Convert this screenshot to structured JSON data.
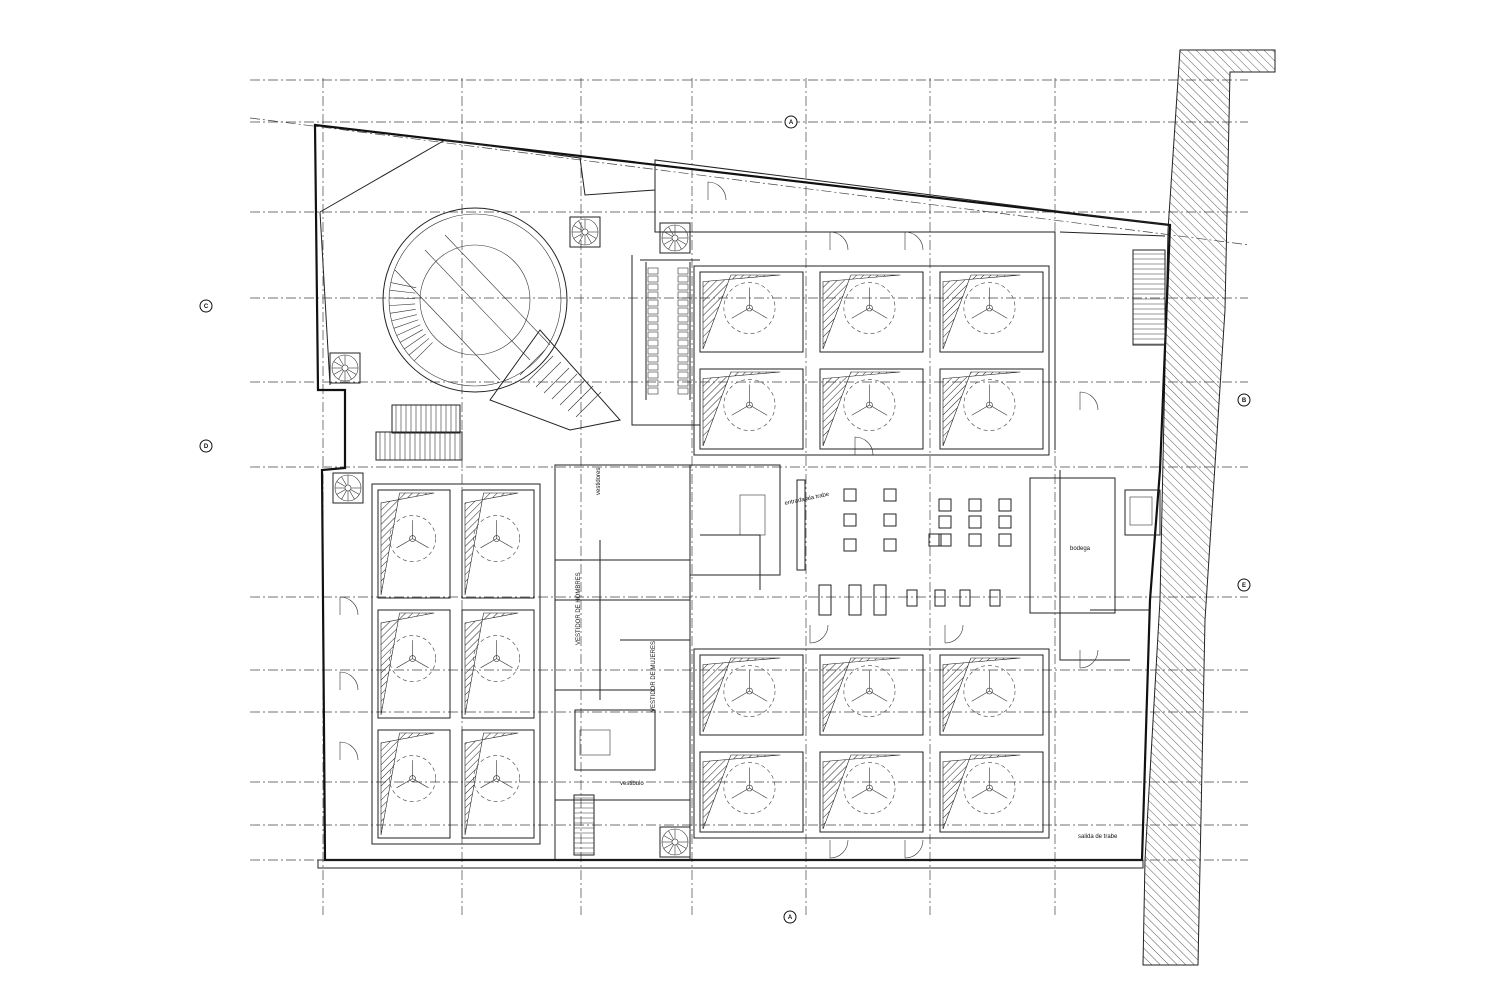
{
  "section_markers": {
    "a_top": "A",
    "a_bottom": "A",
    "c_left": "C",
    "d_left": "D",
    "b_right": "B",
    "e_right": "E"
  },
  "room_labels": {
    "entrance_corridor": "entrada ala trabe",
    "wc_block": "vestidores",
    "changing_room_men": "VESTIDOR DE HOMBRES",
    "changing_room_women": "VESTIDOR DE MUJERES",
    "vestibule": "vestibulo",
    "storage": "bodega",
    "ramp_exit": "salida de trabe"
  },
  "court_grid": {
    "top_right": {
      "rows": 2,
      "cols": 3
    },
    "left": {
      "rows": 3,
      "cols": 2
    },
    "bottom_right": {
      "rows": 2,
      "cols": 3
    }
  }
}
